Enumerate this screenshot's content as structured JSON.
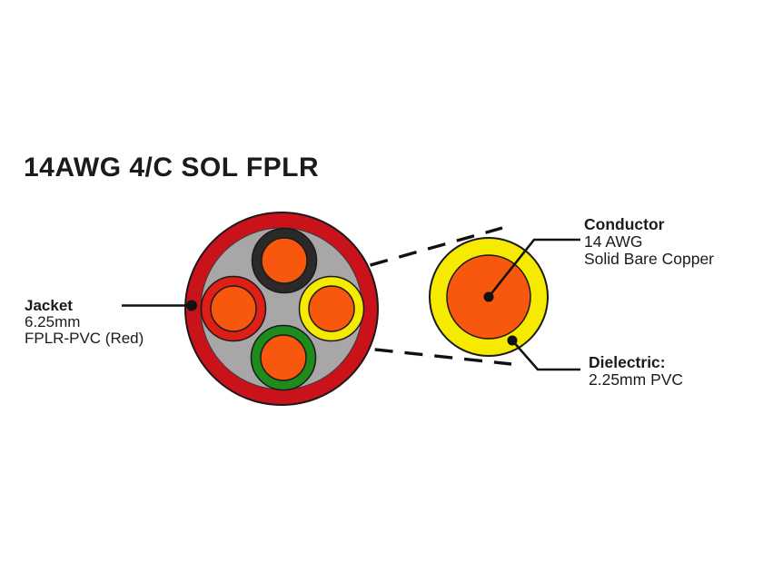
{
  "title": "14AWG 4/C SOL FPLR",
  "labels": {
    "jacket": {
      "heading": "Jacket",
      "size": "6.25mm",
      "material": "FPLR-PVC (Red)"
    },
    "conductor": {
      "heading": "Conductor",
      "gauge": "14 AWG",
      "material": "Solid Bare Copper"
    },
    "dielectric": {
      "heading": "Dielectric:",
      "spec": "2.25mm PVC"
    }
  },
  "colors": {
    "background": "#ffffff",
    "text": "#1b1b1b",
    "outline": "#1a1a1a",
    "leader_line": "#111111",
    "jacket_red": "#c9121a",
    "insulation_red": "#dd1f15",
    "insulation_yellow": "#f5ea00",
    "insulation_green": "#1f8b1c",
    "insulation_black": "#2b2a29",
    "copper_orange": "#f8570e",
    "filler_gray": "#a8a6a6",
    "dielectric_yellow": "#f5ea00"
  },
  "diagram": {
    "cable_cross_section": {
      "conductor_count": 4,
      "insulation_colors": [
        "black",
        "red",
        "yellow",
        "green"
      ],
      "jacket_color_name": "Red",
      "filler_color_name": "Gray"
    },
    "detail_view": {
      "outer_ring": "yellow dielectric",
      "core": "orange copper conductor"
    }
  }
}
